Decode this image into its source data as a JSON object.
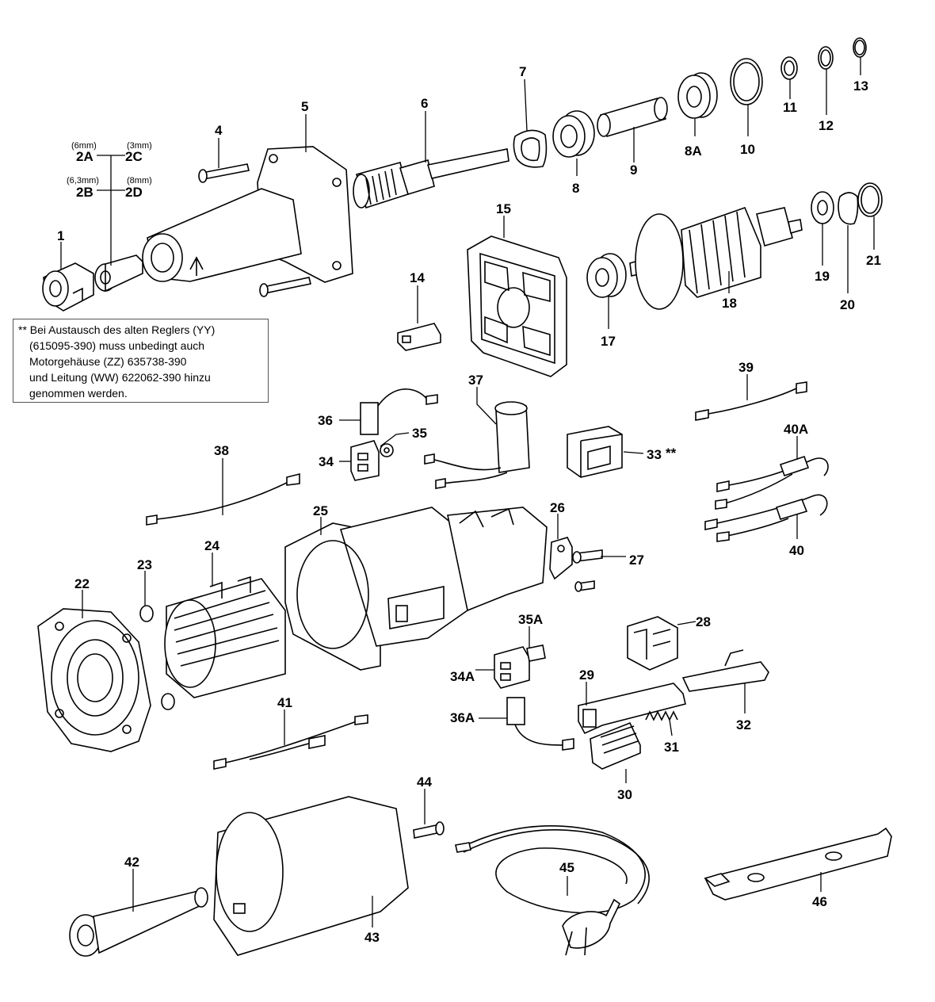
{
  "note": {
    "lines": [
      "** Bei Austausch des alten Reglers (YY)",
      "(615095-390) muss unbedingt auch",
      "Motorgehäuse (ZZ) 635738-390",
      "und Leitung (WW)  622062-390 hinzu",
      "genommen werden."
    ]
  },
  "collet_sizes": {
    "2A": "(6mm)",
    "2C": "(3mm)",
    "2B": "(6,3mm)",
    "2D": "(8mm)"
  },
  "labels": {
    "p1": "1",
    "p2A": "2A",
    "p2B": "2B",
    "p2C": "2C",
    "p2D": "2D",
    "p4": "4",
    "p5": "5",
    "p6": "6",
    "p7": "7",
    "p8": "8",
    "p8A": "8A",
    "p9": "9",
    "p10": "10",
    "p11": "11",
    "p12": "12",
    "p13": "13",
    "p14": "14",
    "p15": "15",
    "p17": "17",
    "p18": "18",
    "p19": "19",
    "p20": "20",
    "p21": "21",
    "p22": "22",
    "p23": "23",
    "p24": "24",
    "p25": "25",
    "p26": "26",
    "p27": "27",
    "p28": "28",
    "p29": "29",
    "p30": "30",
    "p31": "31",
    "p32": "32",
    "p33": "33",
    "p33mark": "**",
    "p34": "34",
    "p34A": "34A",
    "p35": "35",
    "p35A": "35A",
    "p36": "36",
    "p36A": "36A",
    "p37": "37",
    "p38": "38",
    "p39": "39",
    "p40": "40",
    "p40A": "40A",
    "p41": "41",
    "p42": "42",
    "p43": "43",
    "p44": "44",
    "p45": "45",
    "p46": "46"
  }
}
